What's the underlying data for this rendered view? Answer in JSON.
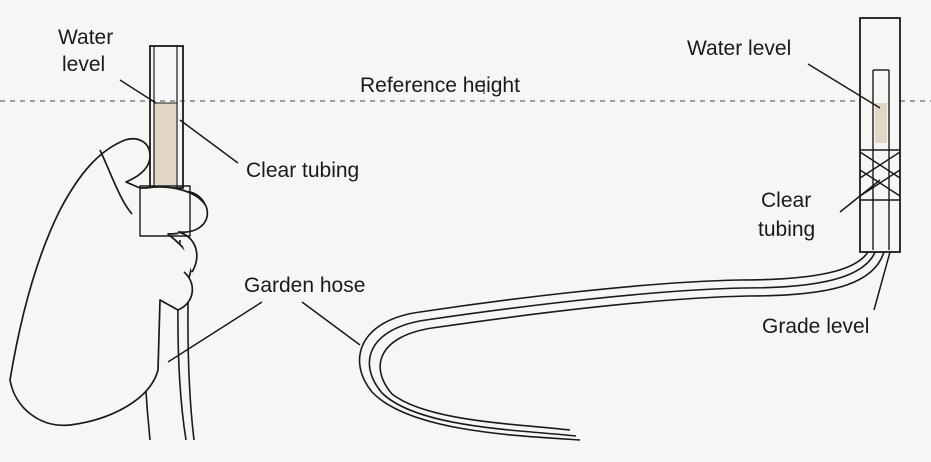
{
  "labels": {
    "water_level_left_line1": "Water",
    "water_level_left_line2": "level",
    "reference_height": "Reference height",
    "clear_tubing_left": "Clear tubing",
    "garden_hose": "Garden hose",
    "water_level_right": "Water level",
    "clear_tubing_right_line1": "Clear",
    "clear_tubing_right_line2": "tubing",
    "grade_level": "Grade level"
  },
  "colors": {
    "ink": "#1a1a1a",
    "water": "#e2d6c6",
    "background": "#f6f6f4",
    "reference_line": "#6a6a6a"
  }
}
